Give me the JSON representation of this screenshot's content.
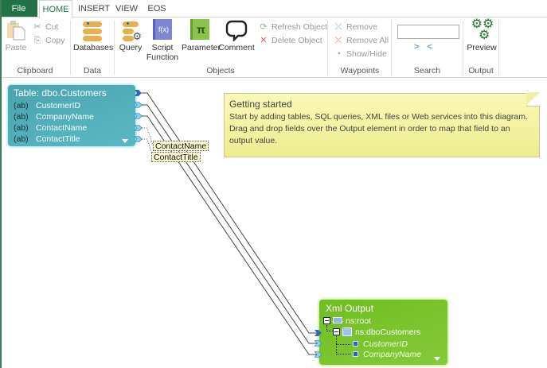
{
  "tabs": {
    "file": "File",
    "home": "HOME",
    "insert": "INSERT",
    "view": "VIEW",
    "eos": "EOS"
  },
  "ribbon": {
    "clipboard": {
      "label": "Clipboard",
      "paste": "Paste",
      "cut": "Cut",
      "copy": "Copy"
    },
    "data": {
      "label": "Data",
      "databases": "Databases"
    },
    "objects": {
      "label": "Objects",
      "query": "Query",
      "script_function_1": "Script",
      "script_function_2": "Function",
      "parameter": "Parameter",
      "comment": "Comment",
      "refresh_object": "Refresh Object",
      "delete_object": "Delete Object"
    },
    "waypoints": {
      "label": "Waypoints",
      "remove": "Remove",
      "remove_all": "Remove All",
      "show_hide": "Show/Hide"
    },
    "search": {
      "label": "Search",
      "value": "",
      "next": ">",
      "prev": "<"
    },
    "output": {
      "label": "Output",
      "preview": "Preview"
    }
  },
  "table_node": {
    "title": "Table: dbo.Customers",
    "fields": [
      {
        "type": "(ab)",
        "name": "CustomerID"
      },
      {
        "type": "(ab)",
        "name": "CompanyName"
      },
      {
        "type": "(ab)",
        "name": "ContactName"
      },
      {
        "type": "(ab)",
        "name": "ContactTitle"
      }
    ]
  },
  "drag_labels": [
    "ContactName",
    "ContactTitle"
  ],
  "note": {
    "title": "Getting started",
    "body": "Start by adding tables, SQL queries, XML files or Web services into this diagram. Drag and drop fields over the Output element in order to map that field to an output value."
  },
  "xml_output": {
    "title": "Xml Output",
    "root": "ns:root",
    "collection": "ns:dboCustomers",
    "attributes": [
      "CustomerID",
      "CompanyName"
    ]
  },
  "colors": {
    "file_tab": "#217346",
    "table_node": "#4aa4b0",
    "xml_node": "#6fbe22",
    "note": "#f5f3a8",
    "port_active": "#2a6cc0",
    "port": "#7fc4e8"
  }
}
